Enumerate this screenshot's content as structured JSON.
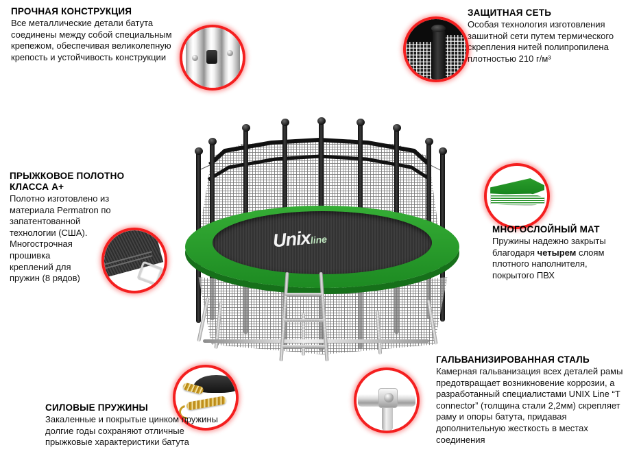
{
  "product": {
    "logo_main": "Unix",
    "logo_sub": "line",
    "pad_color": "#2b9e2b",
    "mat_color": "#3a3a3a",
    "ring_color": "#f41f1f"
  },
  "callouts": [
    {
      "id": "strong-construction",
      "title": "ПРОЧНАЯ КОНСТРУКЦИЯ",
      "body": "Все металлические детали батута соединены между собой специальным крепежом, обеспечивая великолепную крепость и устойчивость конструкции",
      "icon": "pipe-clamp-icon"
    },
    {
      "id": "safety-net",
      "title": "ЗАЩИТНАЯ СЕТЬ",
      "body": "Особая технология изготовления зашитной сети путем термического скрепления нитей полипропилена плотностью 210 г/м³",
      "icon": "safety-net-icon"
    },
    {
      "id": "jump-mat",
      "title_line1": "ПРЫЖКОВОЕ ПОЛОТНО",
      "title_line2": "КЛАССА А+",
      "body_lines": [
        "Полотно изготовлено из",
        "материала Permatron по",
        "запатентованной",
        "технологии (США).",
        "Многострочная",
        "прошивка",
        "креплений для",
        "пружин (8 рядов)"
      ],
      "icon": "jump-mat-icon"
    },
    {
      "id": "multilayer-mat",
      "title": "МНОГОСЛОЙНЫЙ МАТ",
      "body_before": "Пружины надежно закрыты благодаря ",
      "body_bold": "четырем",
      "body_after": " слоям плотного наполнителя, покрытого ПВХ",
      "icon": "multilayer-mat-icon"
    },
    {
      "id": "power-springs",
      "title": "СИЛОВЫЕ ПРУЖИНЫ",
      "body": "Закаленные и покрытые цинком пружины долгие годы сохраняют отличные прыжковые характеристики батута",
      "icon": "spring-icon"
    },
    {
      "id": "galvanized-steel",
      "title": "ГАЛЬВАНИЗИРОВАННАЯ СТАЛЬ",
      "body": "Камерная гальванизация всех деталей рамы предотвращает возникновение коррозии, а разработанный специалистами  UNIX Line “T connector” (толщина стали 2,2мм) скрепляет раму и опоры батута, придавая дополнительную жесткость в местах соединения",
      "icon": "t-connector-icon"
    }
  ]
}
